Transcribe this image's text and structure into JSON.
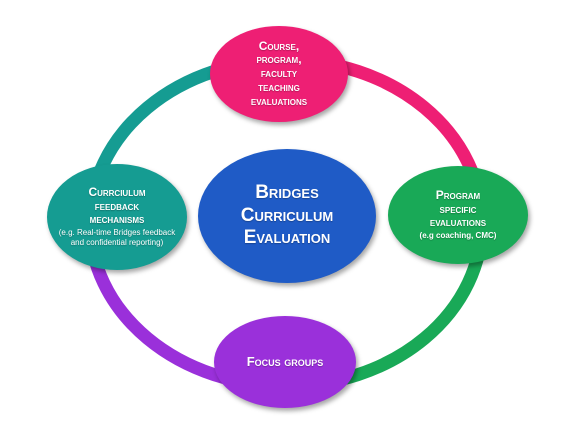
{
  "center": {
    "lines": [
      "Bridges",
      "Curriculum",
      "Evaluation"
    ],
    "color": "#1F5BC6"
  },
  "nodes": {
    "top": {
      "lines": [
        "Course,",
        "program,",
        "faculty",
        "teaching",
        "evaluations"
      ],
      "color": "#EE1F74"
    },
    "right": {
      "lines": [
        "Program",
        "specific",
        "evaluations"
      ],
      "sub": "(e.g coaching, CMC)",
      "color": "#19A957"
    },
    "bottom": {
      "lines": [
        "Focus groups"
      ],
      "color": "#9A30DA"
    },
    "left": {
      "lines": [
        "Currciulum",
        "feedback",
        "mechanisms"
      ],
      "sub": "(e.g. Real-time Bridges feedback and confidential reporting)",
      "color": "#159C92"
    }
  },
  "ring_colors": {
    "top_right": "#EE1F74",
    "bottom_right": "#19A957",
    "bottom_left": "#9A30DA",
    "top_left": "#159C92"
  }
}
